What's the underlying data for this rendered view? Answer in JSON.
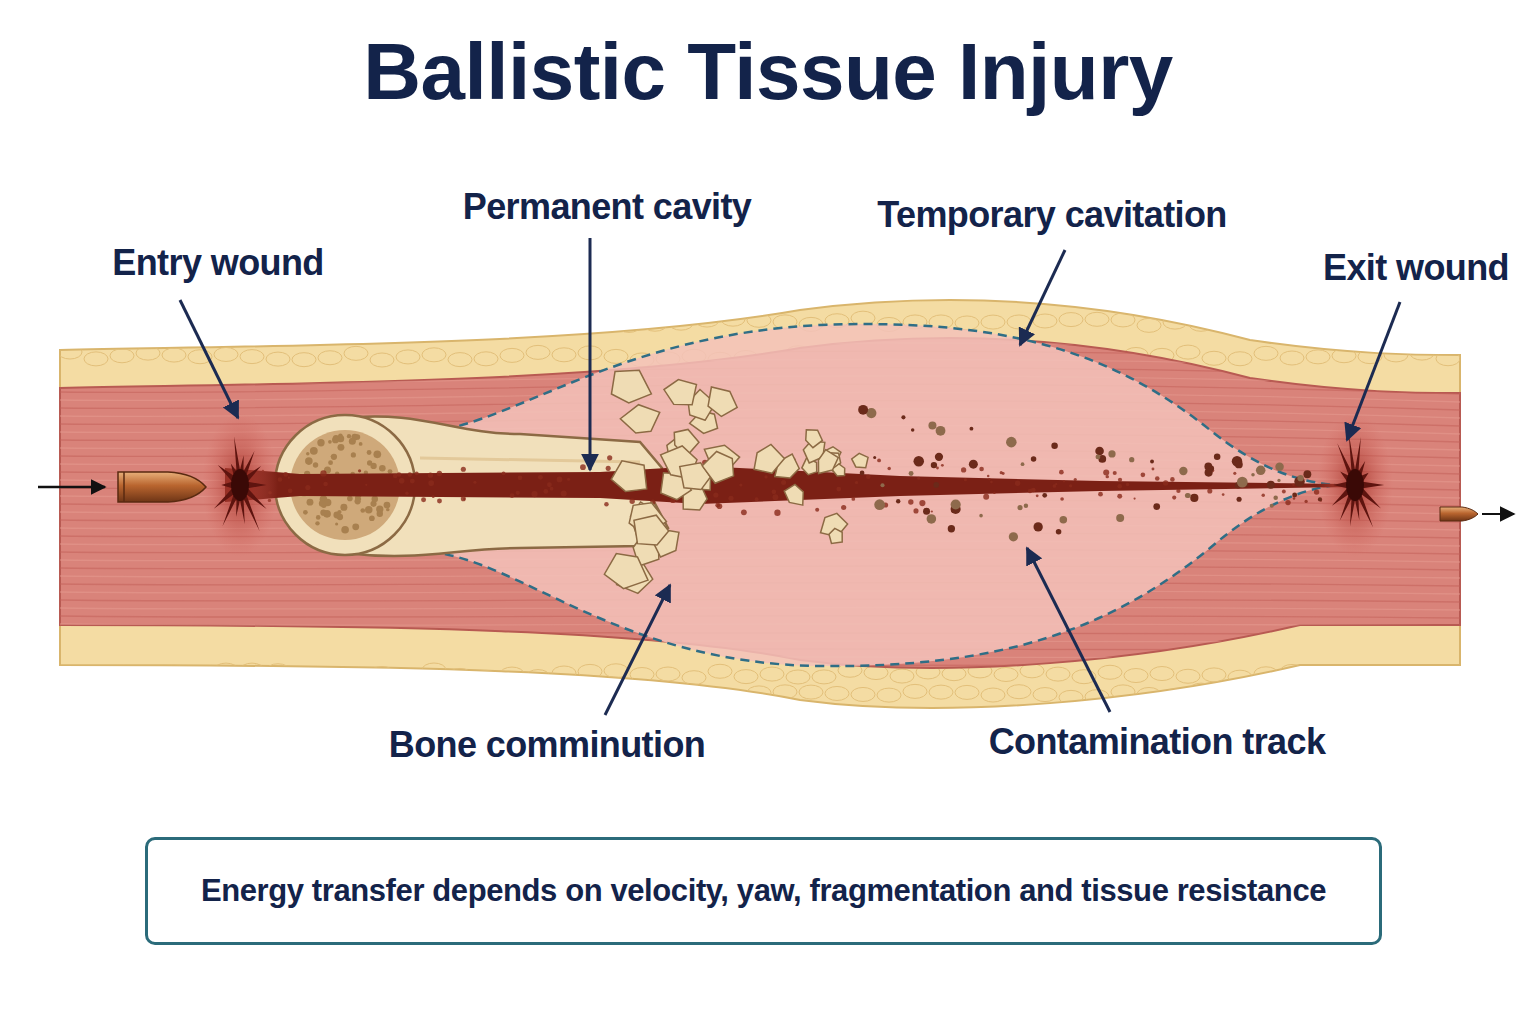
{
  "diagram": {
    "title": "Ballistic Tissue Injury",
    "nodes": [
      {
        "text": [
          "Energy transfer depends on velocity, yaw, fragmentation and tissue resistance"
        ]
      }
    ],
    "labels": [
      "Entry wound",
      "Permanent cavity",
      "Temporary cavitation",
      "Exit wound",
      "Bone comminution",
      "Contamination track"
    ]
  }
}
